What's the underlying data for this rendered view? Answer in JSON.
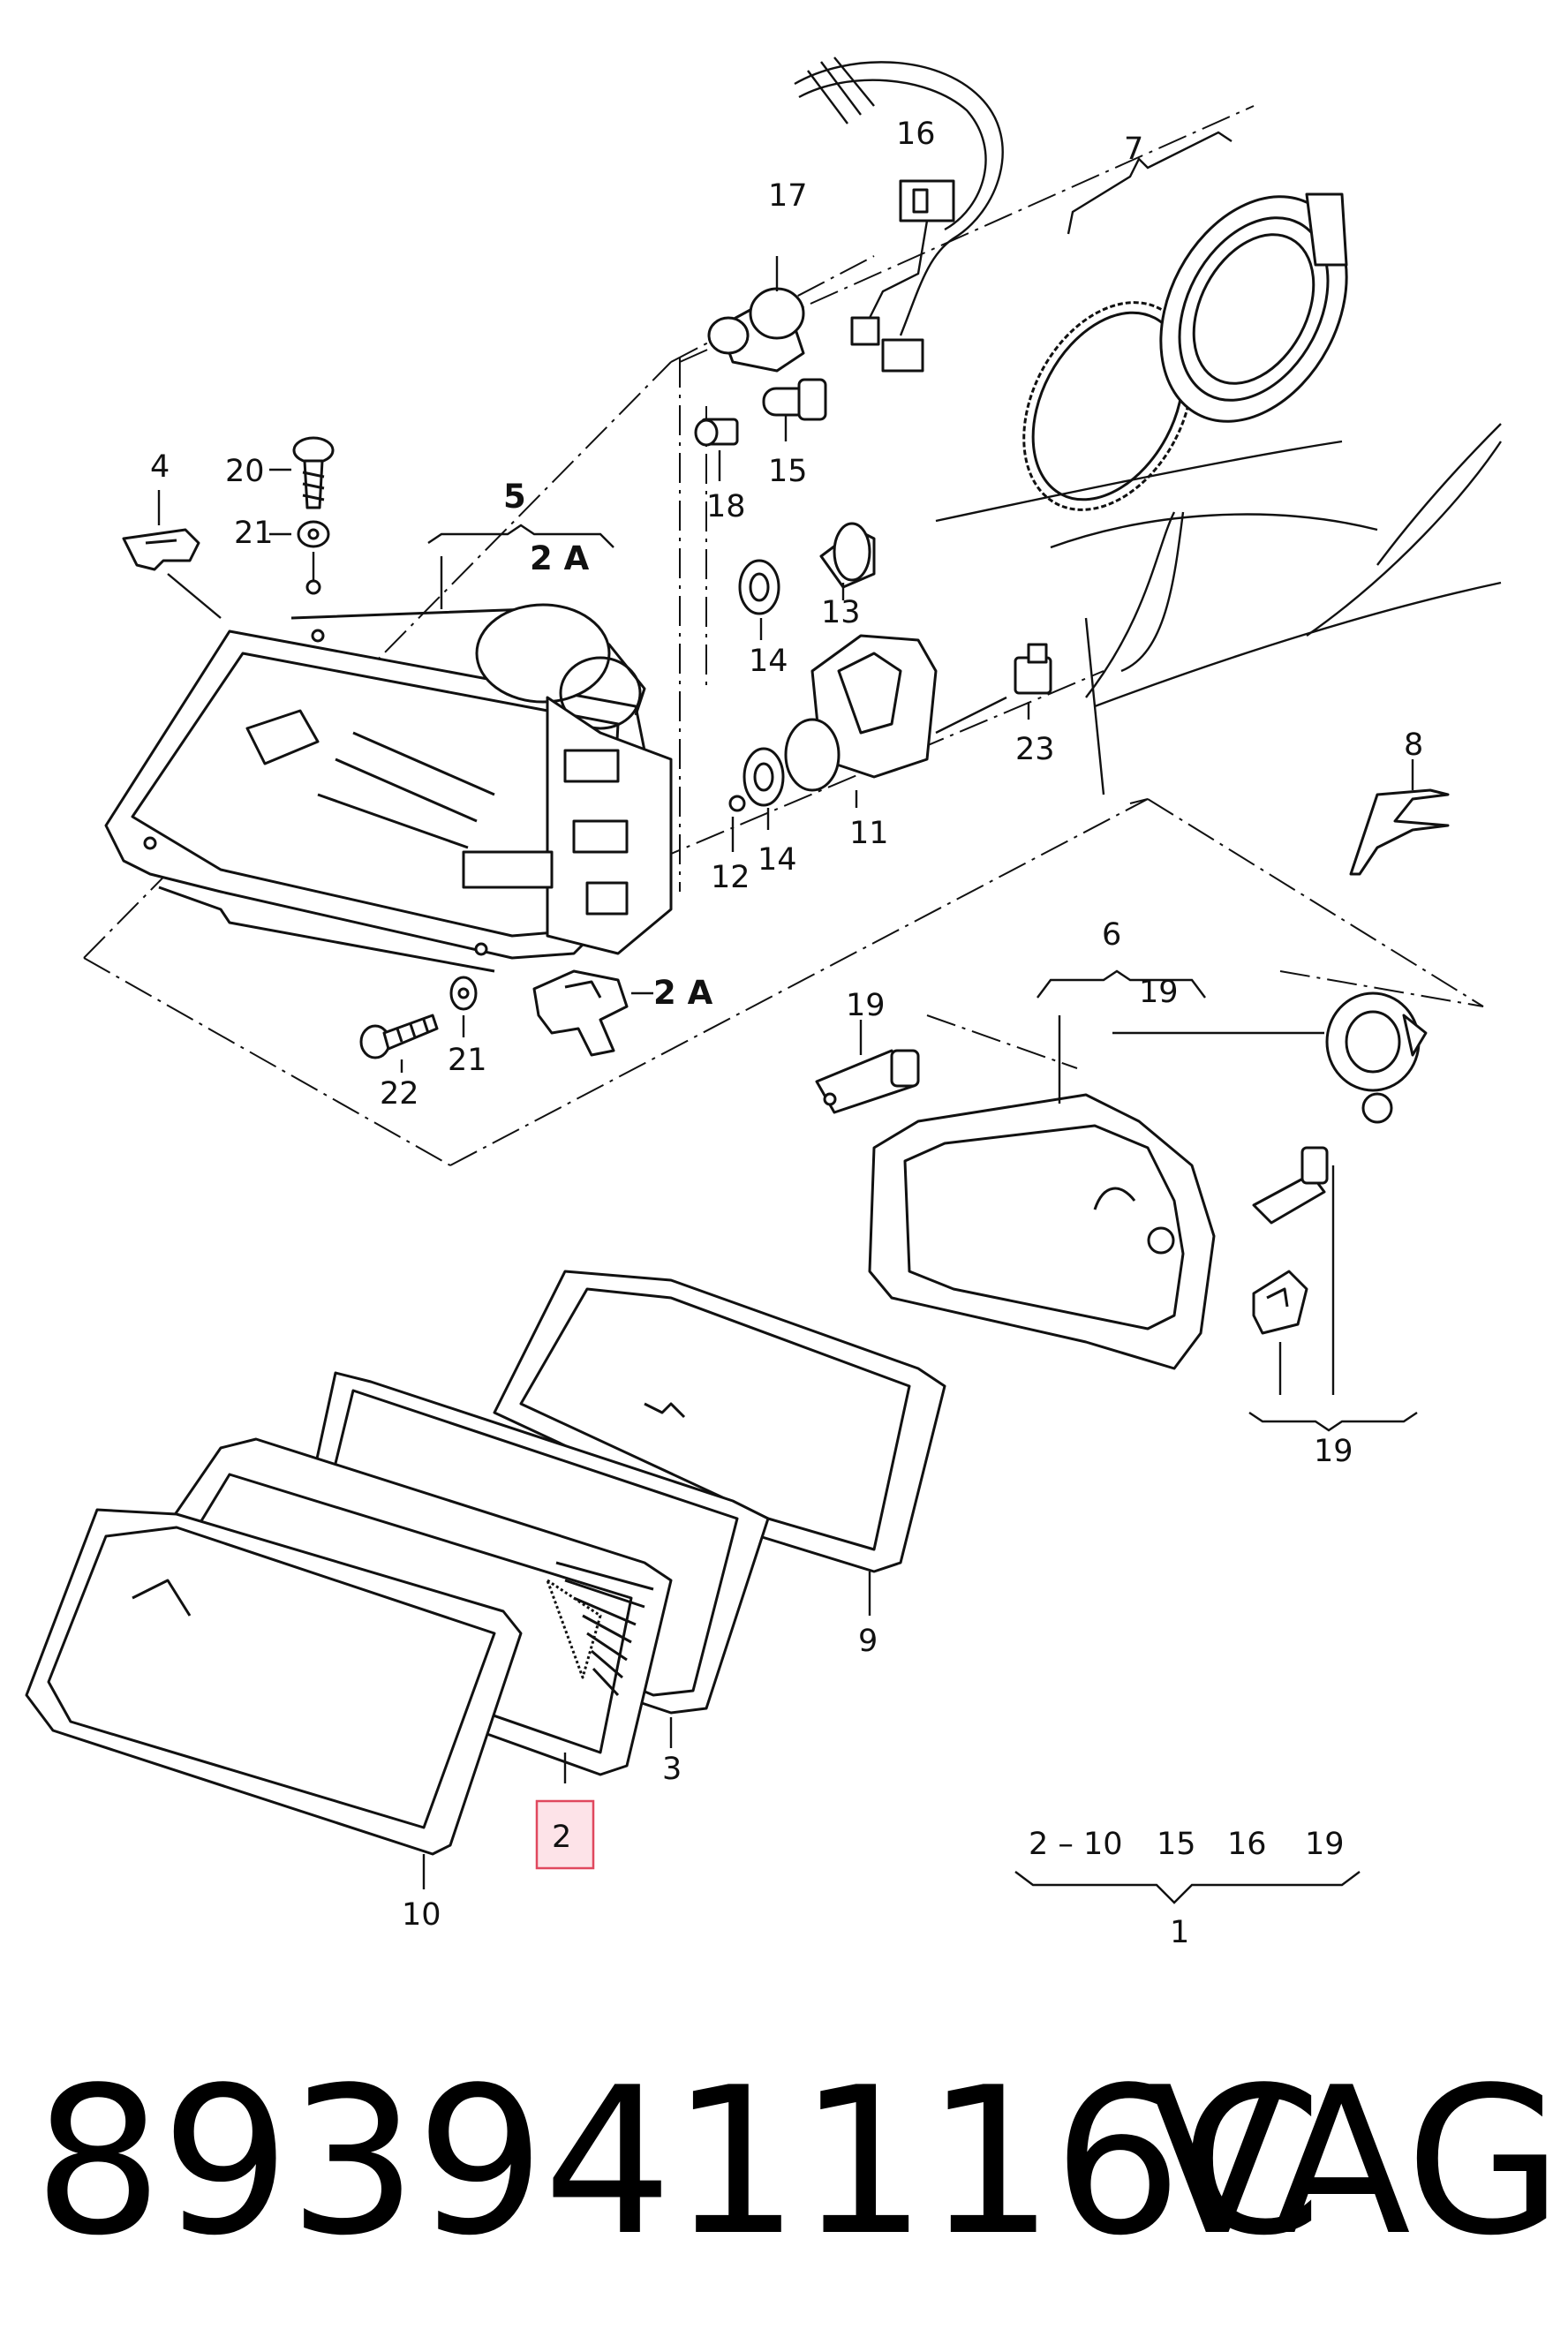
{
  "labels": {
    "c1": "1",
    "c2": "2",
    "c2A_top": "2 A",
    "c2A_bottom": "2 A",
    "c3": "3",
    "c4": "4",
    "c5": "5",
    "c6": "6",
    "c7": "7",
    "c8": "8",
    "c9": "9",
    "c10": "10",
    "c11": "11",
    "c12": "12",
    "c13": "13",
    "c14a": "14",
    "c14b": "14",
    "c15a": "15",
    "c16a": "16",
    "c17": "17",
    "c18": "18",
    "c19a": "19",
    "c19b": "19",
    "c19c": "19",
    "c20": "20",
    "c21a": "21",
    "c21b": "21",
    "c22": "22",
    "c23": "23",
    "kit": {
      "range": "2 – 10",
      "p15": "15",
      "p16": "16",
      "p19": "19"
    }
  },
  "highlight_label": "2",
  "footer": {
    "part_number": "893941116C",
    "brand": "VAG"
  },
  "colors": {
    "ink": "#111111",
    "highlight_fill": "#fde3e8",
    "highlight_border": "#e0485e"
  }
}
